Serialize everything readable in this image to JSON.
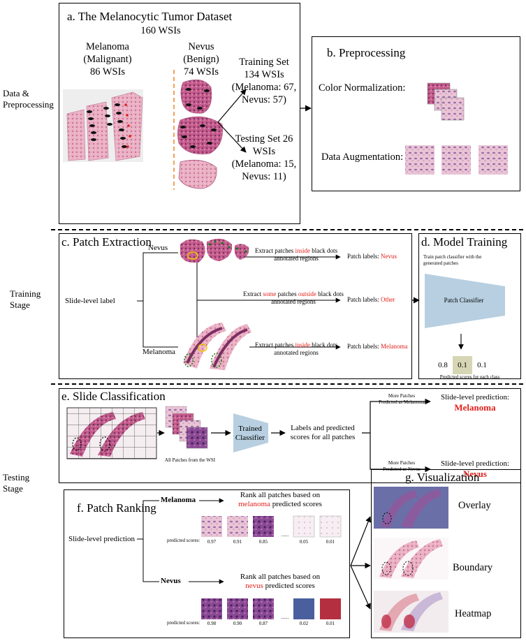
{
  "stages": {
    "data": "Data &\nPreprocessing",
    "training": "Training\nStage",
    "testing": "Testing\nStage"
  },
  "panel_a": {
    "title": "a. The Melanocytic Tumor Dataset",
    "total": "160 WSIs",
    "melanoma": "Melanoma\n(Malignant)\n86 WSIs",
    "nevus": "Nevus\n(Benign)\n74 WSIs",
    "training_set": "Training Set\n134 WSIs\n(Melanoma: 67,\nNevus: 57)",
    "testing_set": "Testing Set 26\nWSIs\n(Melanoma: 15,\nNevus: 11)"
  },
  "panel_b": {
    "title": "b. Preprocessing",
    "color_norm": "Color Normalization:",
    "data_aug": "Data Augmentation:"
  },
  "panel_c": {
    "title": "c. Patch Extraction",
    "slide_label": "Slide-level label",
    "nevus": "Nevus",
    "melanoma": "Melanoma",
    "extract_pre": "Extract patches ",
    "inside": "inside",
    "extract_post": " black dots",
    "annotated": "annotated regions",
    "extract_some_pre": "Extract ",
    "some": "some",
    "patches": " patches ",
    "outside": "outside",
    "patch_labels": "Patch labels: ",
    "lbl_nevus": "Nevus",
    "lbl_other": "Other",
    "lbl_melanoma": "Melanoma"
  },
  "panel_d": {
    "title": "d. Model Training",
    "desc": "Train patch classifier with the\ngenerated patches",
    "classifier": "Patch Classifier",
    "scores": [
      "0.8",
      "0.1",
      "0.1"
    ],
    "caption": "Predicted scores for each class"
  },
  "panel_e": {
    "title": "e. Slide Classification",
    "all_patches": "All Patches from the WSI",
    "trained": "Trained\nClassifier",
    "labels": "Labels and predicted\nscores for all patches",
    "more_mel": "More Patches\nPredicted as Melanoma",
    "more_nev": "More Patches\nPredicted as Nevus",
    "pred": "Slide-level prediction:",
    "pred_mel": "Melanoma",
    "pred_nev": "Nevus"
  },
  "panel_f": {
    "title": "f. Patch Ranking",
    "slide_pred": "Slide-level prediction",
    "melanoma": "Melanoma",
    "nevus": "Nevus",
    "rank_pre": "Rank all patches based on",
    "mel_word": "melanoma",
    "nev_word": "nevus",
    "rank_post": " predicted scores",
    "pred_scores": "predicted scores:",
    "mel_scores": [
      "0.97",
      "0.91",
      "0.85",
      "......",
      "0.05",
      "0.01"
    ],
    "nev_scores": [
      "0.98",
      "0.90",
      "0.87",
      "......",
      "0.02",
      "0.01"
    ]
  },
  "panel_g": {
    "title": "g. Visualization",
    "overlay": "Overlay",
    "boundary": "Boundary",
    "heatmap": "Heatmap"
  },
  "colors": {
    "accent_red": "#e0201b",
    "classifier_blue": "#b7cfe0",
    "score_highlight": "#d6d6b4",
    "tissue_pink": "#e8a3b9"
  }
}
